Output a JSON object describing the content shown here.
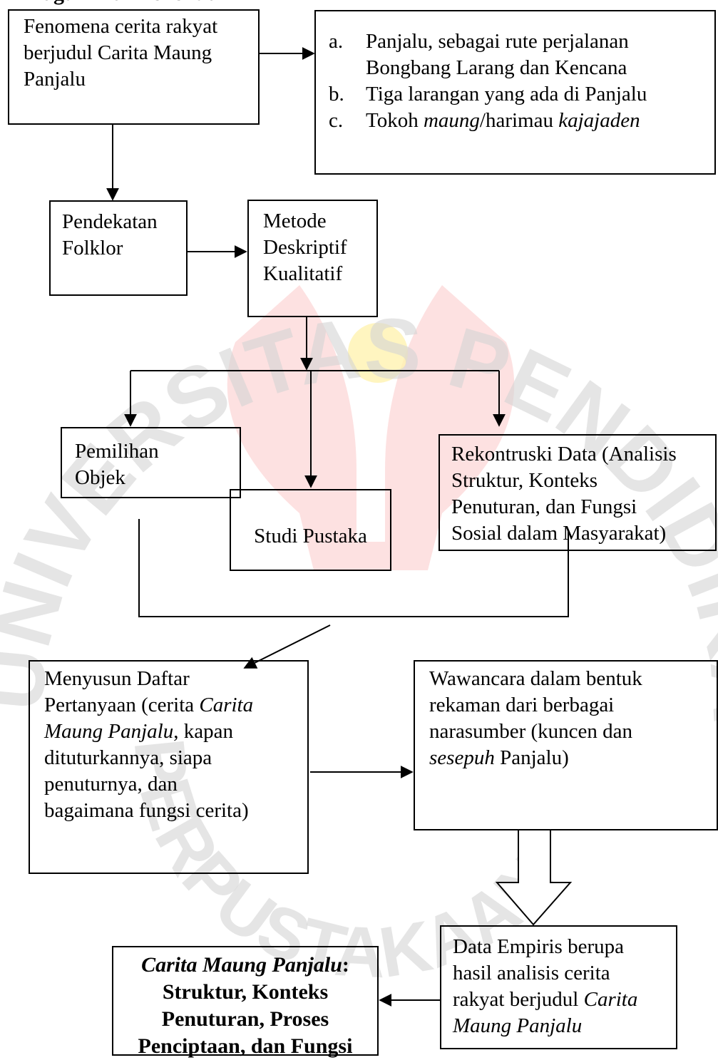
{
  "heading": "Bagan Alur Penelitian",
  "boxes": {
    "fenomena": [
      "Fenomena cerita rakyat",
      "berjudul Carita Maung",
      "Panjalu"
    ],
    "list": [
      {
        "marker": "a.",
        "lines": [
          "Panjalu, sebagai rute perjalanan",
          "Bongbang Larang dan Kencana"
        ]
      },
      {
        "marker": "b.",
        "lines": [
          "Tiga larangan yang ada di Panjalu"
        ]
      },
      {
        "marker": "c.",
        "pre": "Tokoh ",
        "em1": "maung",
        "mid": "/harimau ",
        "em2": "kajajaden"
      }
    ],
    "pendekatan": [
      "Pendekatan",
      "Folklor"
    ],
    "metode": [
      "Metode",
      "Deskriptif",
      "Kualitatif"
    ],
    "pemilihan": [
      "Pemilihan",
      "Objek"
    ],
    "studi": "Studi Pustaka",
    "rekontruksi": [
      "Rekontruski Data (Analisis",
      "Struktur, Konteks",
      "Penuturan, dan Fungsi",
      "Sosial dalam Masyarakat)"
    ],
    "menyusun": {
      "l1": "Menyusun Daftar",
      "l2_pre": "Pertanyaan (cerita ",
      "l2_em": "Carita",
      "l3_em": "Maung Panjalu",
      "l3_post": ", kapan",
      "l4": "dituturkannya, siapa",
      "l5": "penuturnya, dan",
      "l6": "bagaimana fungsi cerita)"
    },
    "wawancara": {
      "l1": "Wawancara dalam bentuk",
      "l2": "rekaman dari berbagai",
      "l3": "narasumber (kuncen dan",
      "l4_em": "sesepuh",
      "l4_post": " Panjalu)"
    },
    "data_empiris": {
      "l1": "Data Empiris berupa",
      "l2": "hasil analisis cerita",
      "l3_pre": "rakyat berjudul ",
      "l3_em": "Carita",
      "l4_em": "Maung Panjalu"
    },
    "final": {
      "l1_em": "Carita Maung Panjalu",
      "l1_post": ":",
      "l2": "Struktur, Konteks",
      "l3": "Penuturan, Proses",
      "l4": "Penciptaan, dan Fungsi"
    }
  },
  "watermark": {
    "text": "UNIVERSITAS PENDIDIKAN INDONESIA",
    "lower_text": "PERPUSTAKAAN",
    "colors": {
      "text": "#d3d3d3",
      "logo": "#fbc8c8",
      "dot": "#fff3b0"
    }
  }
}
